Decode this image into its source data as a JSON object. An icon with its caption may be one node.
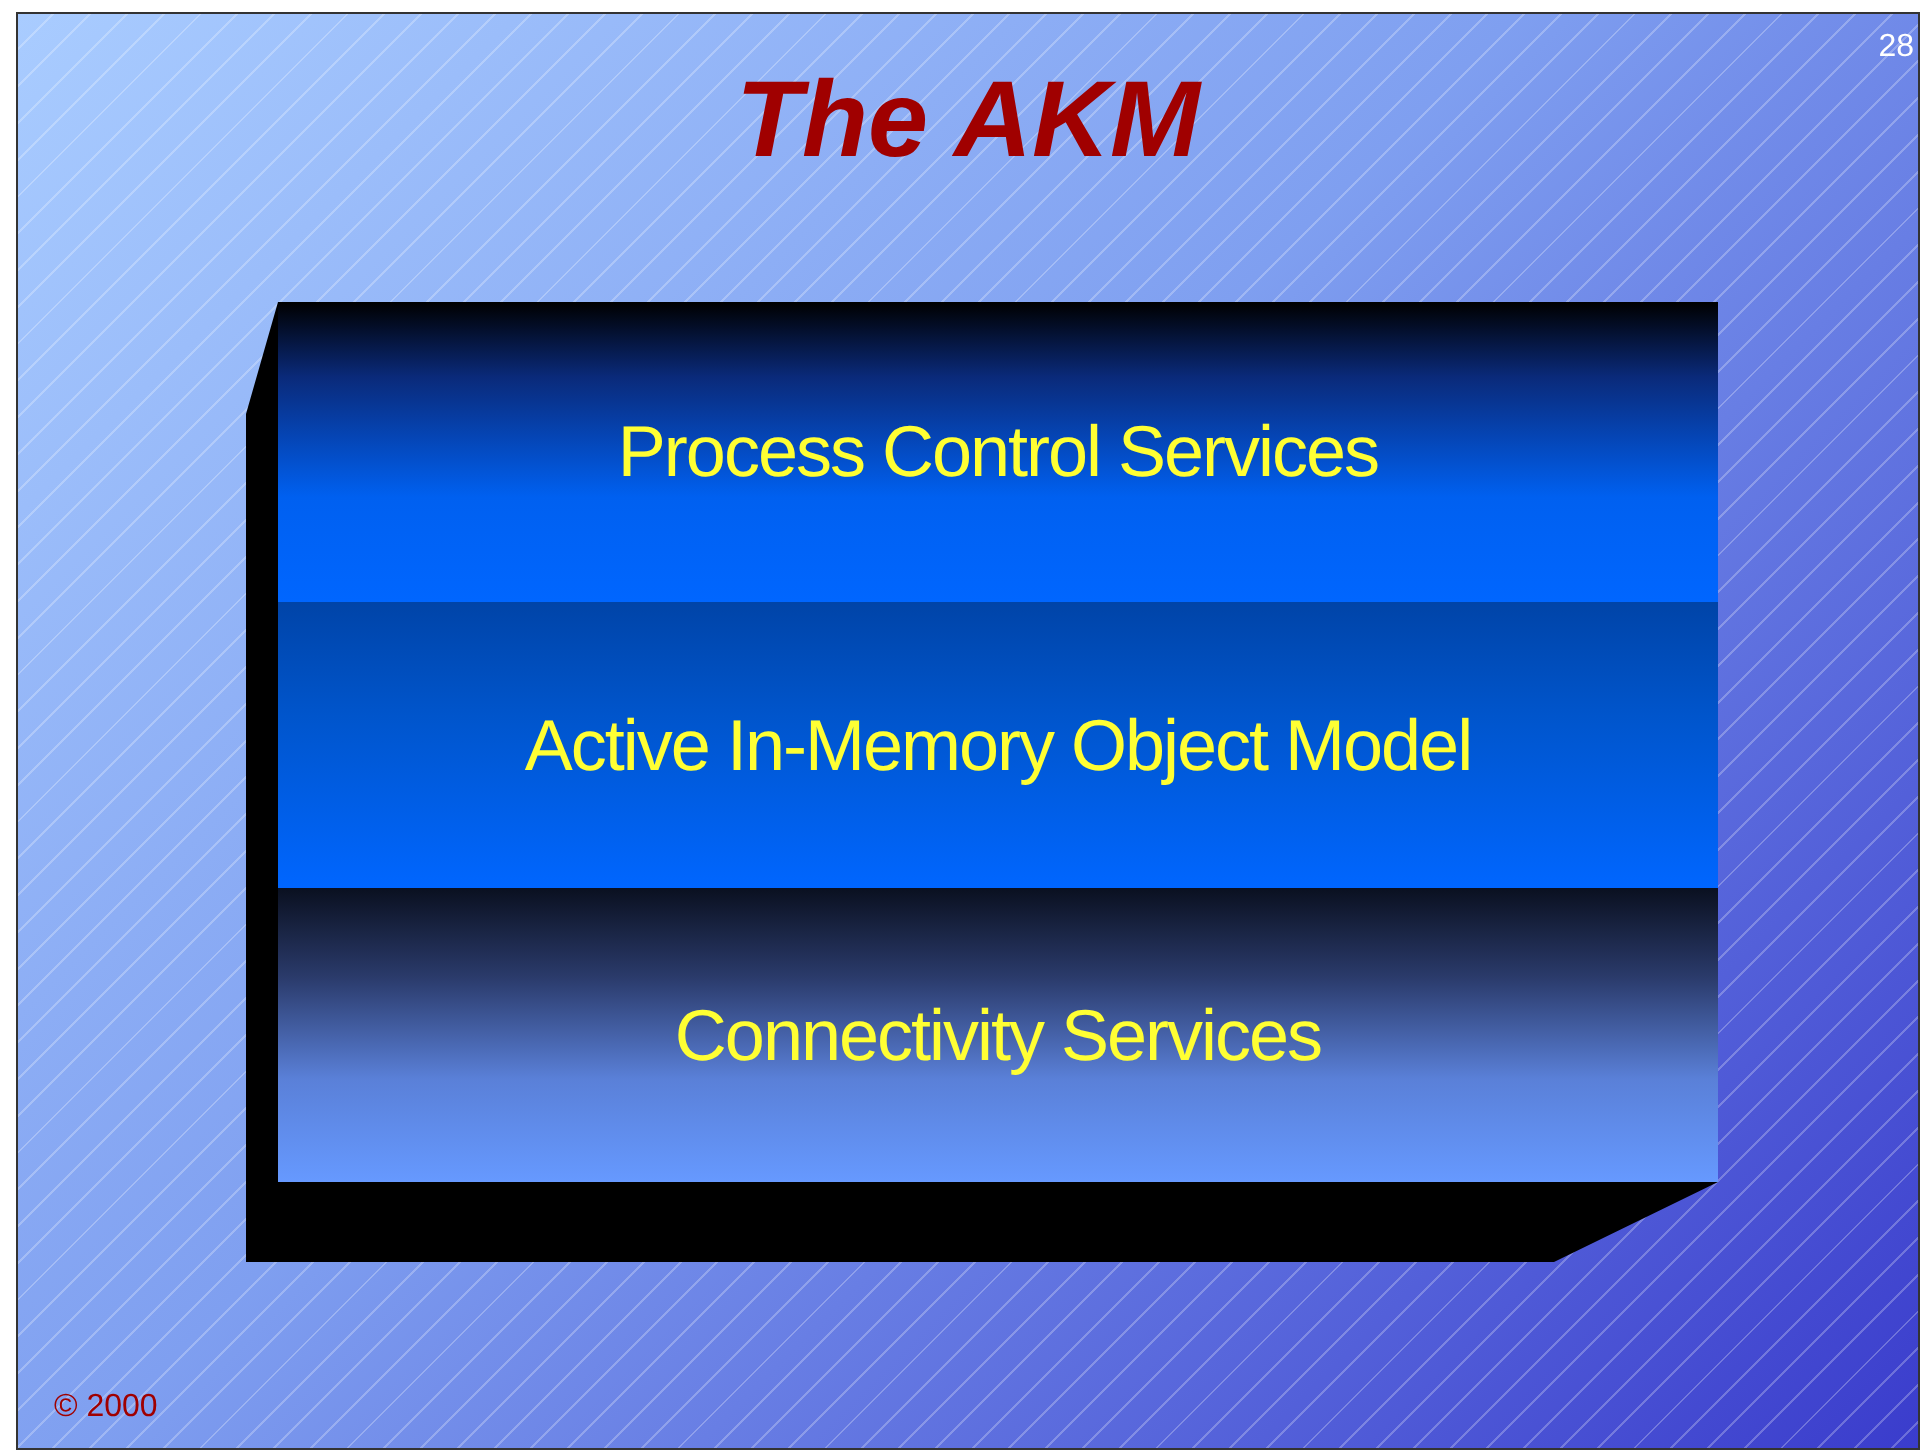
{
  "diagram": {
    "title": "The AKM",
    "nodes": [
      {
        "text": [
          "Process Control Services"
        ]
      },
      {
        "text": [
          "Active In-Memory Object Model"
        ]
      },
      {
        "text": [
          "Connectivity Services"
        ]
      }
    ],
    "labels": [
      "28",
      "© 2000"
    ]
  }
}
